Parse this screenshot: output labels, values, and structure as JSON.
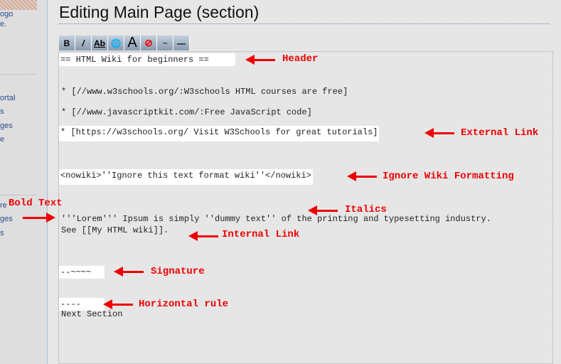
{
  "sidebar": {
    "logo_text": [
      "ogo",
      "e."
    ],
    "items": [
      "ortal",
      "s",
      "ges",
      "e"
    ],
    "items2": [
      "re",
      "ges",
      "s"
    ]
  },
  "title": "Editing Main Page (section)",
  "toolbar": {
    "buttons": [
      "B",
      "I",
      "Ab",
      "link",
      "A",
      "nowiki",
      "signature",
      "hr"
    ]
  },
  "editor": {
    "lines": [
      "== HTML Wiki for beginners ==",
      "* [//www.w3schools.org/:W3schools HTML courses are free]",
      "* [//www.javascriptkit.com/:Free JavaScript code]",
      "* [https://w3schools.org/ Visit W3Schools for great tutorials]",
      "<nowiki>''Ignore this text format wiki''</nowiki>",
      "'''Lorem''' Ipsum is simply ''dummy text'' of the printing and typesetting industry.",
      "See [[My HTML wiki]].",
      "--~~~~",
      "----",
      "Next Section"
    ]
  },
  "annotations": {
    "header": "Header",
    "external": "External Link",
    "ignore": "Ignore Wiki Formatting",
    "italics": "Italics",
    "bold": "Bold Text",
    "internal": "Internal Link",
    "signature": "Signature",
    "hr": "Horizontal rule"
  }
}
